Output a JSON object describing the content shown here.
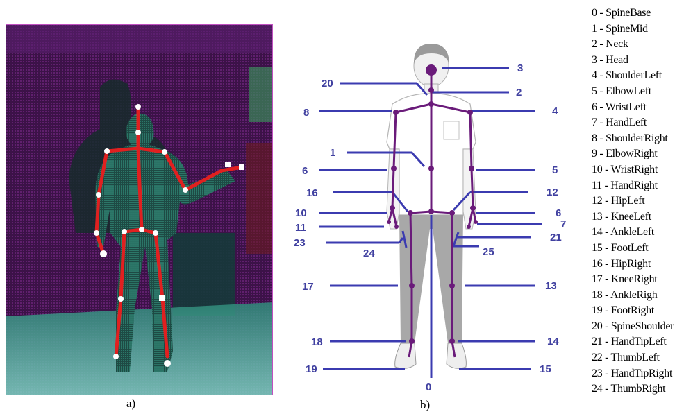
{
  "captions": {
    "a": "a)",
    "b": "b)"
  },
  "legend": [
    "0 - SpineBase",
    "1 - SpineMid",
    "2 - Neck",
    "3 - Head",
    "4 - ShoulderLeft",
    "5 - ElbowLeft",
    "6 - WristLeft",
    "7 - HandLeft",
    "8 - ShoulderRight",
    "9 - ElbowRight",
    "10 - WristRight",
    "11 - HandRight",
    "12 - HipLeft",
    "13 - KneeLeft",
    "14 - AnkleLeft",
    "15 - FootLeft",
    "16 - HipRight",
    "17 - KneeRight",
    "18 - AnkleRigh",
    "19 - FootRight",
    "20 - SpineShoulder",
    "21 - HandTipLeft",
    "22 - ThumbLeft",
    "23 - HandTipRight",
    "24 - ThumbRight"
  ],
  "diagram_labels": {
    "l3": "3",
    "l2": "2",
    "l20": "20",
    "l8": "8",
    "l4": "4",
    "l1": "1",
    "l6a": "6",
    "l5": "5",
    "l16": "16",
    "l12": "12",
    "l10": "10",
    "l6b": "6",
    "l11": "11",
    "l7": "7",
    "l23": "23",
    "l21": "21",
    "l24": "24",
    "l25": "25",
    "l17": "17",
    "l13": "13",
    "l18": "18",
    "l14": "14",
    "l19": "19",
    "l15": "15",
    "l0": "0"
  },
  "colors": {
    "skeleton": "#6a1b7a",
    "leader": "#3b3bb0",
    "label": "#4040a0",
    "red_bone": "#e02020",
    "pointcloud_bg": "#4a1a5a",
    "person_grey": "#a8a8a8"
  }
}
